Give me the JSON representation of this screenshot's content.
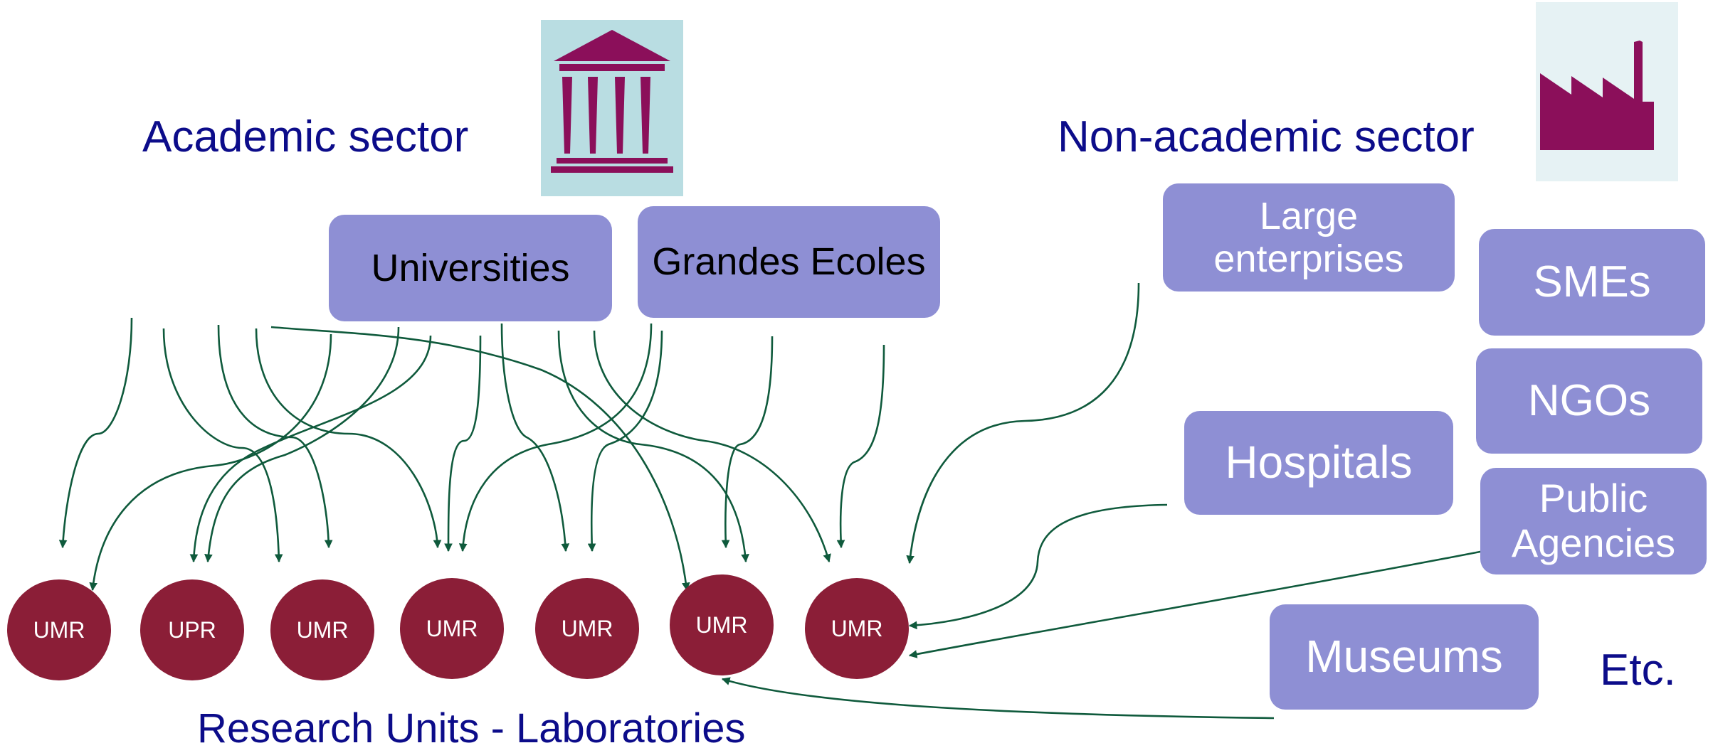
{
  "headings": {
    "academic": "Academic sector",
    "non_academic": "Non-academic sector",
    "research_units": "Research Units - Laboratories",
    "etc": "Etc."
  },
  "academic_institutions": [
    {
      "label": "Universities"
    },
    {
      "label": "Grandes Ecoles"
    }
  ],
  "non_academic_partners": [
    {
      "lines": [
        "Large",
        "enterprises"
      ]
    },
    {
      "lines": [
        "SMEs"
      ]
    },
    {
      "lines": [
        "NGOs"
      ]
    },
    {
      "lines": [
        "Hospitals"
      ]
    },
    {
      "lines": [
        "Public",
        "Agencies"
      ]
    },
    {
      "lines": [
        "Museums"
      ]
    }
  ],
  "research_units": [
    "UMR",
    "UPR",
    "UMR",
    "UMR",
    "UMR",
    "UMR",
    "UMR"
  ],
  "icons": {
    "academic": "university-building-icon",
    "non_academic": "factory-icon"
  },
  "colors": {
    "heading_text": "#0c0c8a",
    "box_fill": "#8e8fd4",
    "unit_fill": "#8b1e37",
    "arrow": "#0f5a3c",
    "icon_fill": "#8b0f5a",
    "academic_icon_bg": "#b9dde2",
    "non_academic_icon_bg": "#e6f2f4"
  }
}
